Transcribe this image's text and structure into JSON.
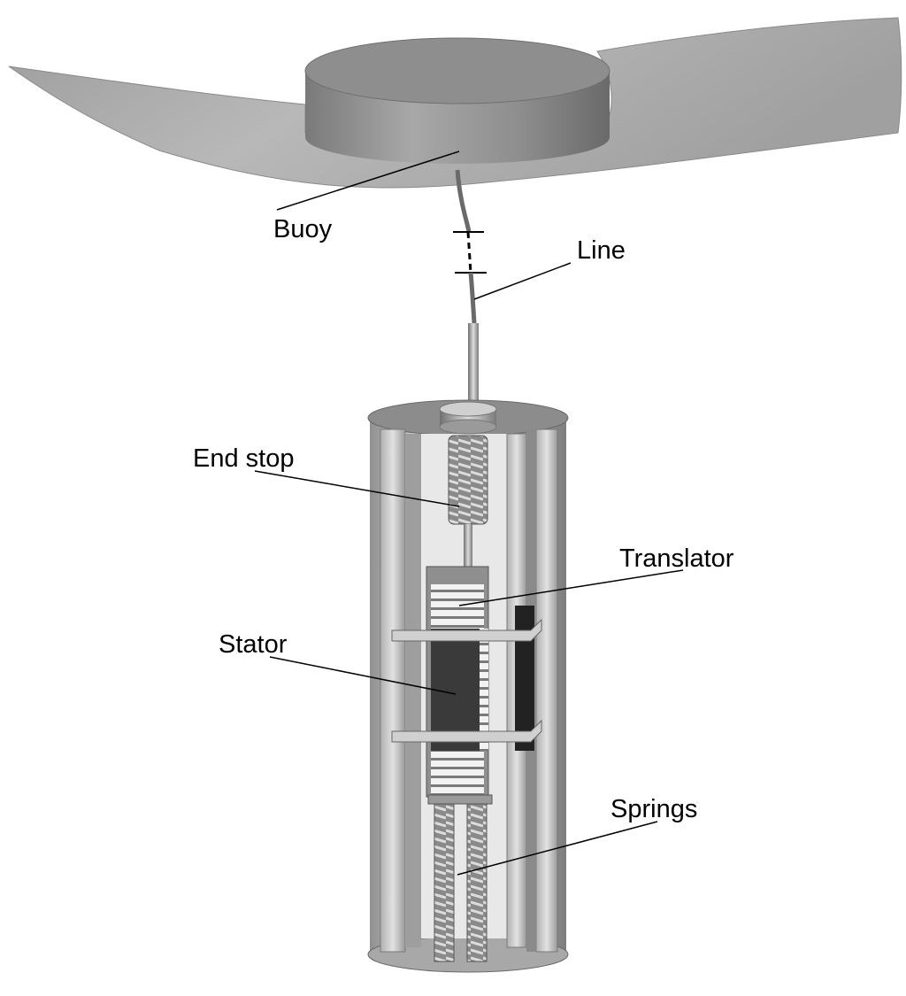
{
  "labels": {
    "buoy": "Buoy",
    "line": "Line",
    "end_stop": "End stop",
    "translator": "Translator",
    "stator": "Stator",
    "springs": "Springs"
  },
  "colors": {
    "sea_surface": "#a6a6a6",
    "metal_light": "#cfcfcf",
    "metal_mid": "#a9a9a9",
    "metal_dark": "#6e6e6e",
    "stator_dark": "#2f2f2f",
    "leader": "#000000"
  }
}
